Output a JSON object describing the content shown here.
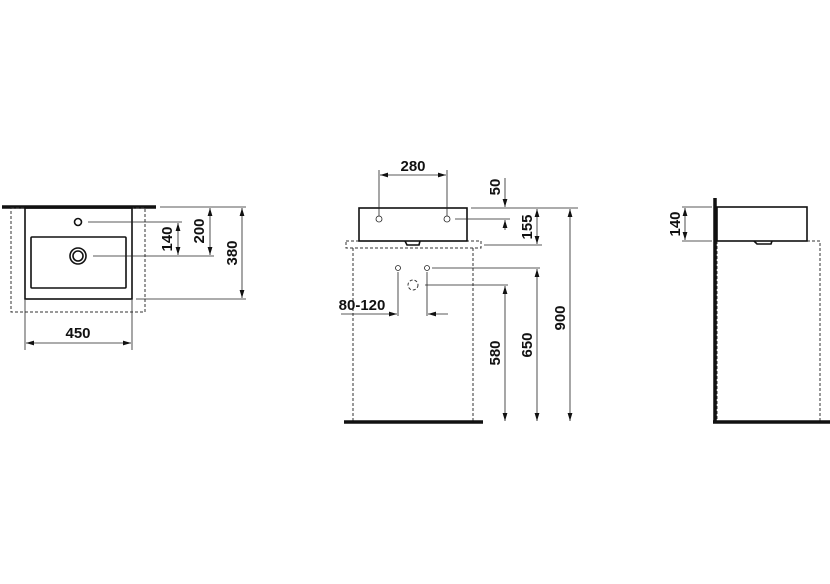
{
  "top_view": {
    "width": "450",
    "tap_to_drain": "140",
    "wall_to_drain": "200",
    "depth": "380"
  },
  "front_view": {
    "tap_spacing": "280",
    "tap_offset": "50",
    "height": "155",
    "supply_spacing": "80-120",
    "drain_height": "580",
    "supply_height": "650",
    "top_height": "900"
  },
  "side_view": {
    "height": "140"
  }
}
